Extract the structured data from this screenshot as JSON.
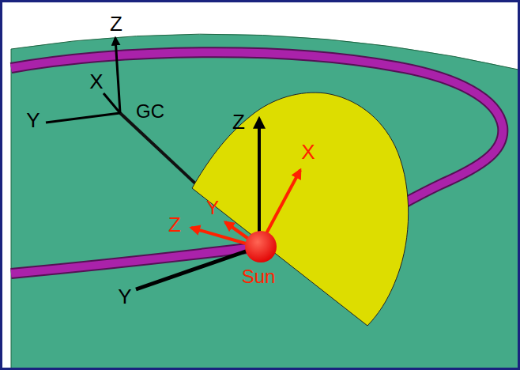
{
  "diagram": {
    "labels": [
      "Z",
      "X",
      "Y",
      "GC",
      "Z",
      "X",
      "Y",
      "Z",
      "Sun",
      "Y"
    ]
  }
}
